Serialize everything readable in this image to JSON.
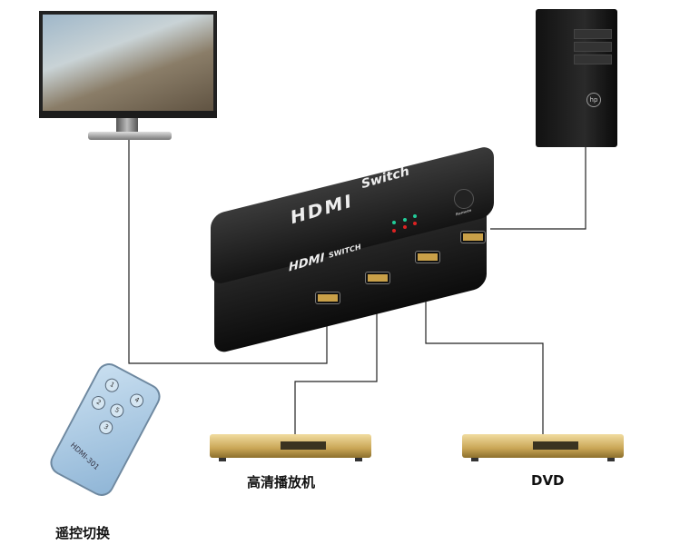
{
  "switch": {
    "top_brand": "HDMI",
    "top_word": "Switch",
    "front_brand": "HDMI",
    "front_word": "SWITCH",
    "remote_button": "Remote"
  },
  "remote": {
    "model": "HDMI-301",
    "buttons": [
      "1",
      "2",
      "3",
      "4",
      "5"
    ]
  },
  "pc": {
    "logo": "hp"
  },
  "labels": {
    "player1": "高清播放机",
    "player2": "DVD",
    "remote": "遥控切换"
  }
}
